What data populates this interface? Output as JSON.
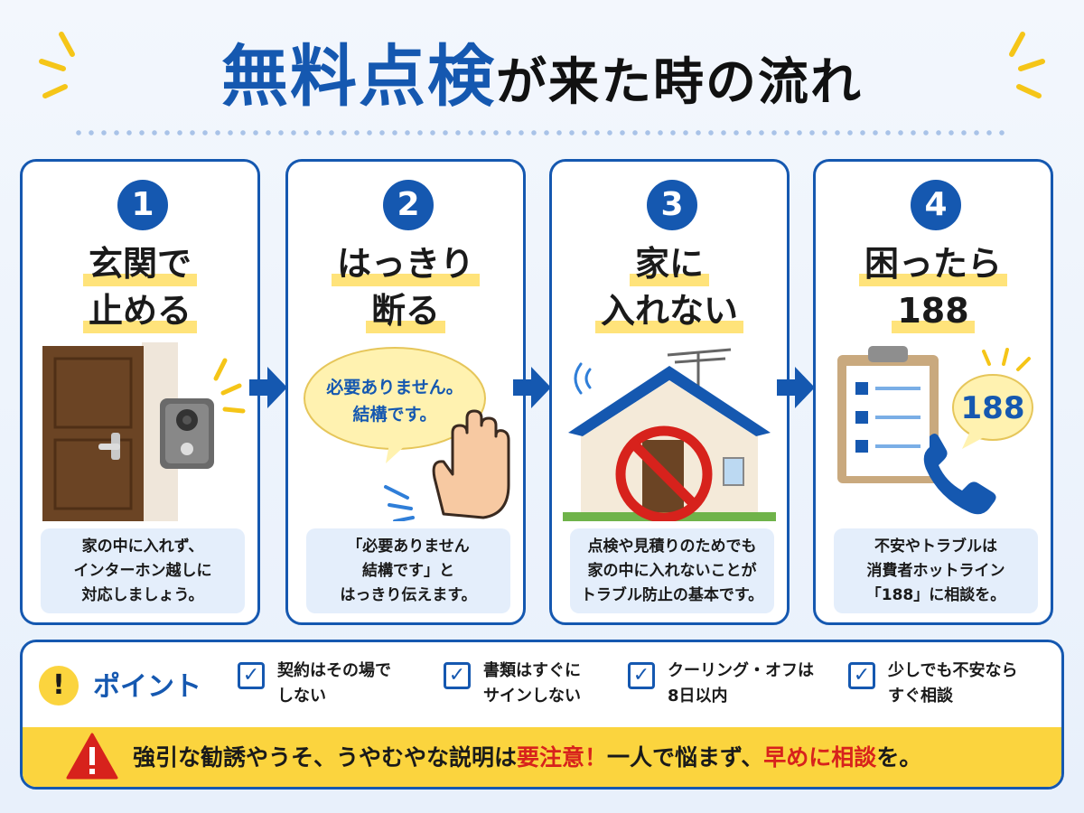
{
  "title": {
    "highlight": "無料点検",
    "rest": "が来た時の流れ"
  },
  "steps": [
    {
      "number": "1",
      "heading_line1": "玄関で",
      "heading_line2": "止める",
      "desc": [
        "家の中に入れず、",
        "インターホン越しに",
        "対応しましょう。"
      ]
    },
    {
      "number": "2",
      "heading_line1": "はっきり",
      "heading_line2": "断る",
      "bubble": [
        "必要ありません。",
        "結構です。"
      ],
      "desc": [
        "「必要ありません",
        "結構です」と",
        "はっきり伝えます。"
      ]
    },
    {
      "number": "3",
      "heading_line1": "家に",
      "heading_line2": "入れない",
      "desc": [
        "点検や見積りのためでも",
        "家の中に入れないことが",
        "トラブル防止の基本です。"
      ]
    },
    {
      "number": "4",
      "heading_line1": "困ったら",
      "heading_line2": "188",
      "bubble_number": "188",
      "desc": [
        "不安やトラブルは",
        "消費者ホットライン",
        "「188」に相談を。"
      ]
    }
  ],
  "points": {
    "icon": "!",
    "label": "ポイント",
    "items": [
      {
        "line1": "契約はその場で",
        "line2": "しない"
      },
      {
        "line1": "書類はすぐに",
        "line2": "サインしない"
      },
      {
        "line1": "クーリング・オフは",
        "line2": "8日以内"
      },
      {
        "line1": "少しでも不安なら",
        "line2": "すぐ相談"
      }
    ]
  },
  "warning": {
    "part1": "強引な勧誘やうそ、うやむやな説明は",
    "red1": "要注意！",
    "part2": "一人で悩まず、",
    "red2": "早めに相談",
    "part3": "を。"
  },
  "colors": {
    "brand_blue": "#1558b0",
    "accent_yellow": "#fbd43e",
    "warning_red": "#d7221c",
    "door_brown": "#6b4424"
  },
  "icons": [
    "door-icon",
    "intercom-icon",
    "speech-bubble-icon",
    "stop-hand-icon",
    "house-icon",
    "prohibited-icon",
    "clipboard-icon",
    "phone-icon",
    "checkbox-icon",
    "warning-triangle-icon",
    "arrow-right-icon"
  ]
}
